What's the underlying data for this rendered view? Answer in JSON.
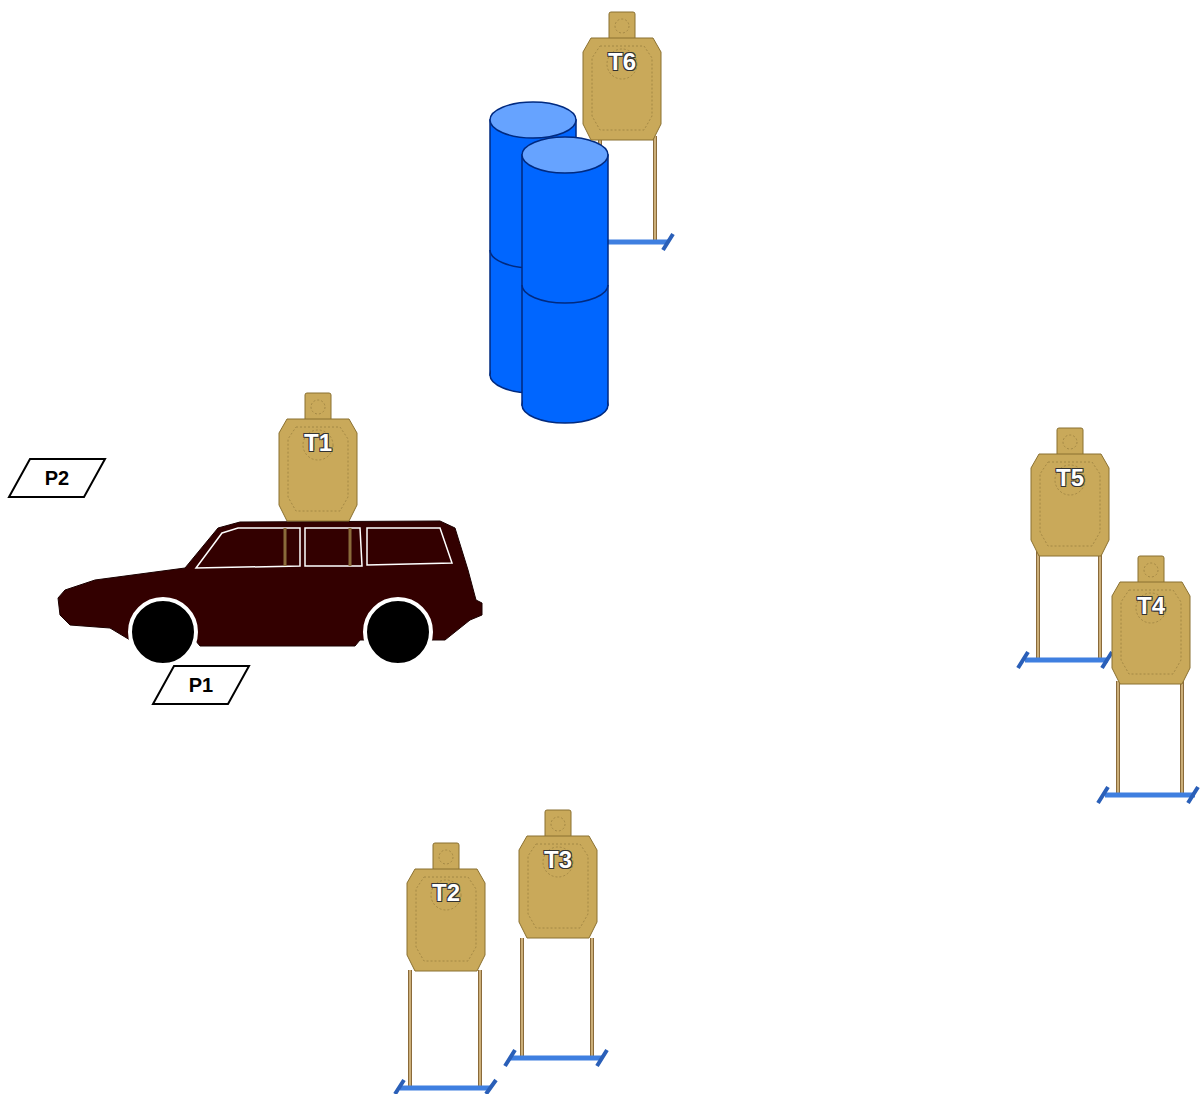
{
  "diagram": {
    "nodes": [
      {
        "text": [
          "T6"
        ]
      },
      {
        "text": [
          "T1"
        ]
      },
      {
        "text": [
          "P2"
        ]
      },
      {
        "text": [
          "T5"
        ]
      },
      {
        "text": [
          "T4"
        ]
      },
      {
        "text": [
          "P1"
        ]
      },
      {
        "text": [
          "T3"
        ]
      },
      {
        "text": [
          "T2"
        ]
      }
    ]
  }
}
